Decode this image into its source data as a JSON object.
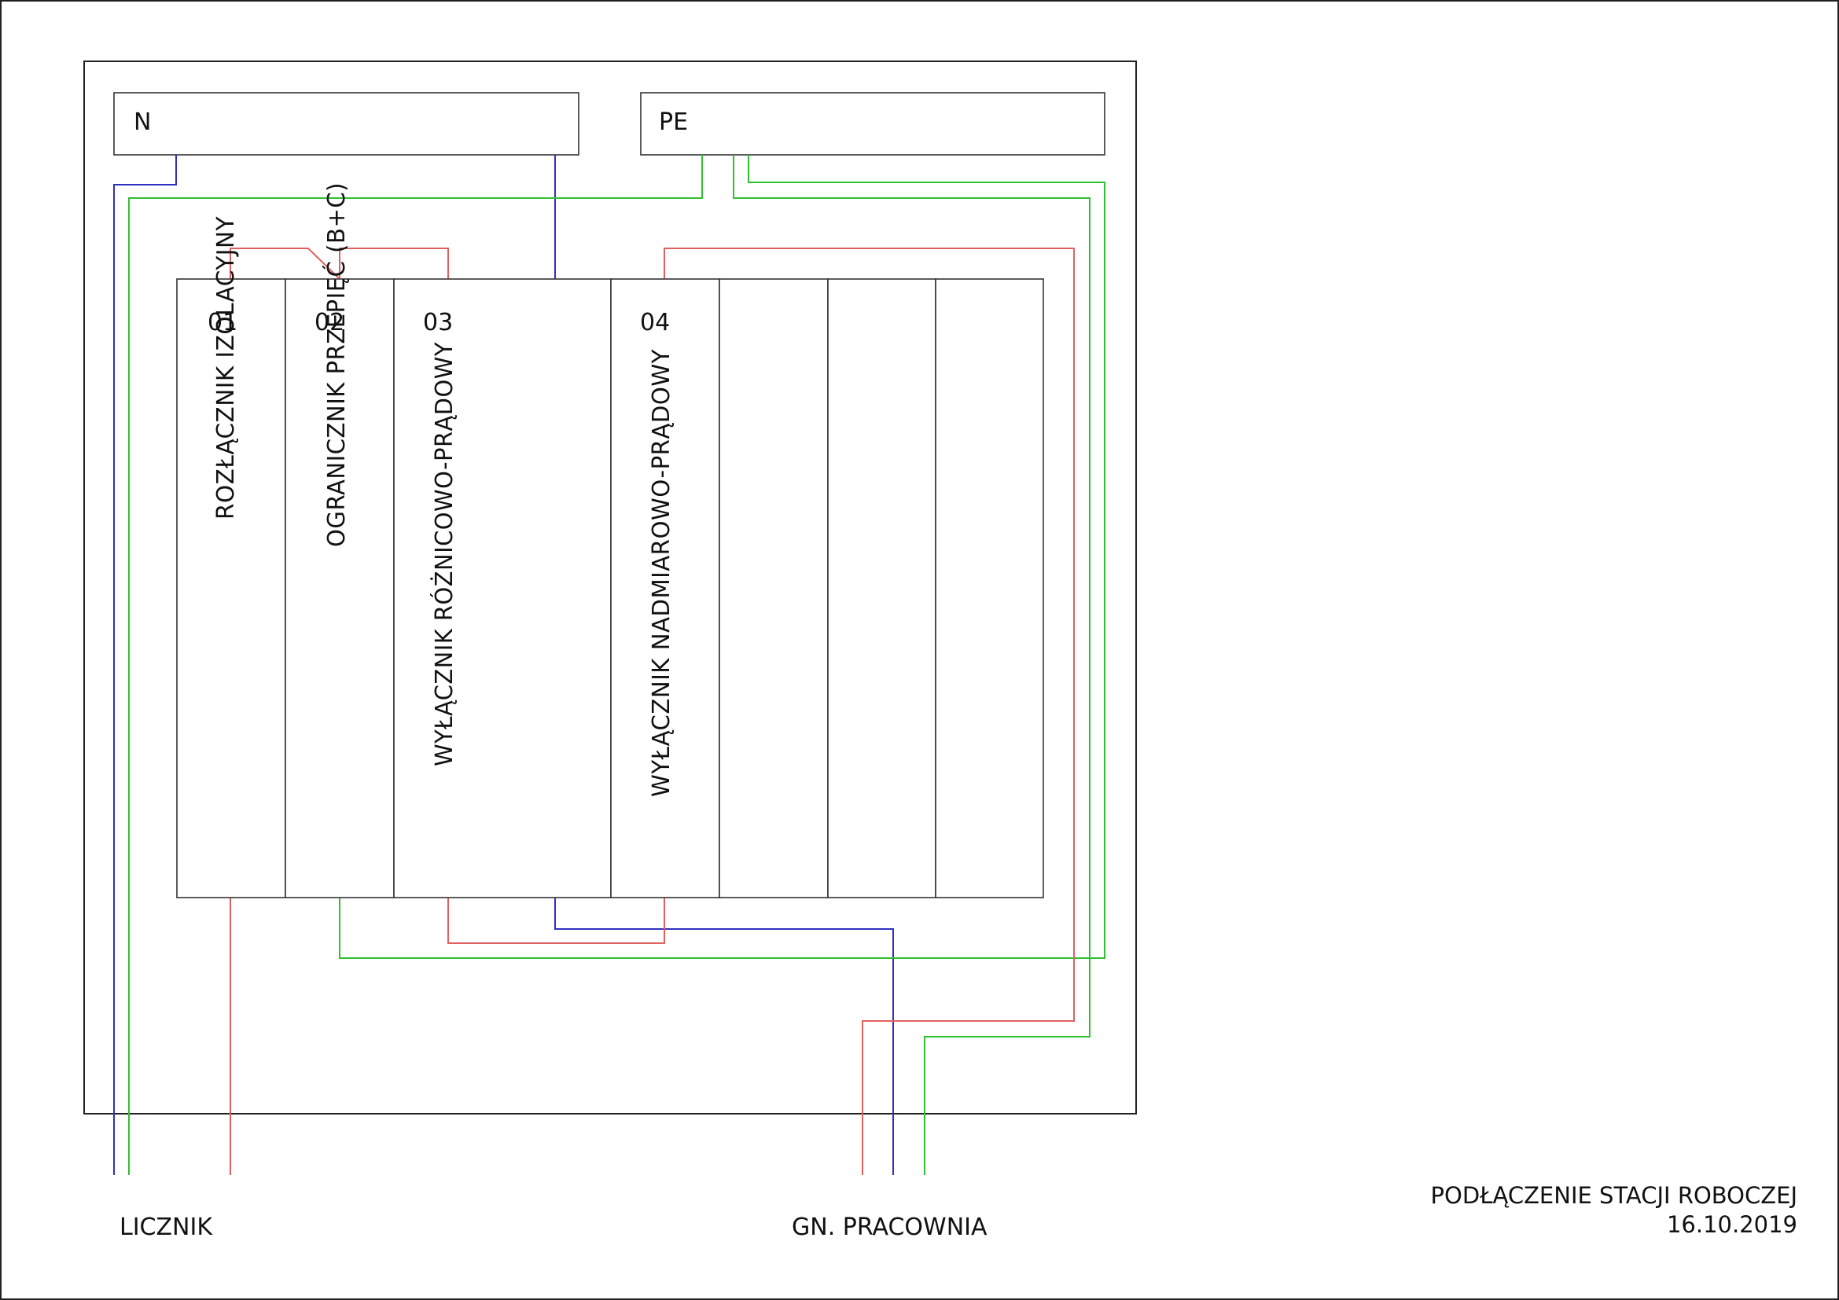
{
  "bus_bars": {
    "n_label": "N",
    "pe_label": "PE"
  },
  "modules": [
    {
      "number": "01",
      "label": "ROZŁĄCZNIK IZOLACYJNY"
    },
    {
      "number": "02",
      "label": "OGRANICZNIK PRZEPIĘĆ (B+C)"
    },
    {
      "number": "03",
      "label": "WYŁĄCZNIK RÓŻNICOWO-PRĄDOWY"
    },
    {
      "number": "04",
      "label": "WYŁĄCZNIK NADMIAROWO-PRĄDOWY"
    }
  ],
  "connections": {
    "left_label": "LICZNIK",
    "right_label": "GN. PRACOWNIA"
  },
  "title_block": {
    "title": "PODŁĄCZENIE STACJI ROBOCZEJ",
    "date": "16.10.2019"
  },
  "colors": {
    "phase": "#e06060",
    "neutral": "#3030c0",
    "protective_earth": "#30c030",
    "outline": "#222222"
  }
}
